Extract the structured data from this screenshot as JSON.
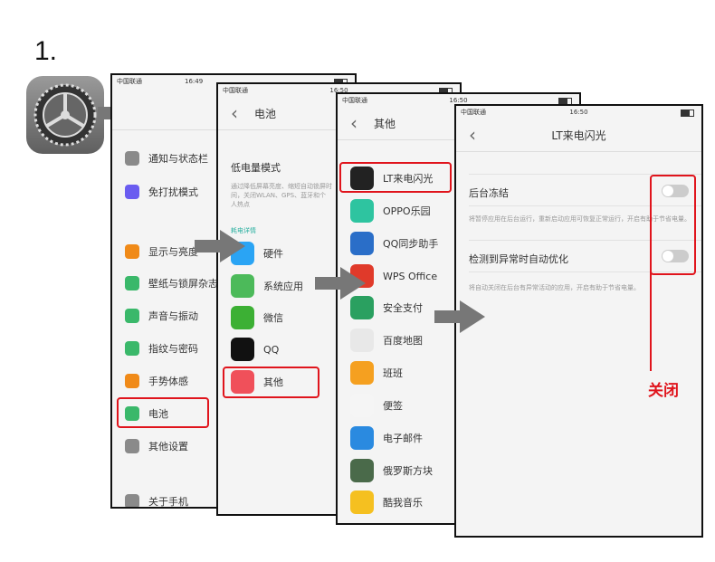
{
  "step_label": "1.",
  "status": {
    "carrier": "中国联通",
    "time1": "16:49",
    "time": "16:50"
  },
  "screen1": {
    "items": [
      {
        "label": "通知与状态栏",
        "color": "#8a8a8a"
      },
      {
        "label": "免打扰模式",
        "color": "#6a5cf0"
      },
      {
        "label": "显示与亮度",
        "color": "#f08a18"
      },
      {
        "label": "壁纸与锁屏杂志",
        "color": "#3ab86a"
      },
      {
        "label": "声音与振动",
        "color": "#3ab86a"
      },
      {
        "label": "指纹与密码",
        "color": "#3ab86a"
      },
      {
        "label": "手势体感",
        "color": "#f08a18"
      },
      {
        "label": "电池",
        "color": "#3ab86a"
      },
      {
        "label": "其他设置",
        "color": "#8a8a8a"
      },
      {
        "label": "关于手机",
        "color": "#8a8a8a"
      }
    ]
  },
  "screen2": {
    "title": "电池",
    "low_power": "低电量模式",
    "low_power_desc": "通过降低屏幕亮度、缩短自动锁屏时间，关闭WLAN、GPS、蓝牙和个人热点",
    "section": "耗电详情",
    "items": [
      {
        "label": "硬件",
        "color": "#2aa4f4"
      },
      {
        "label": "系统应用",
        "color": "#4cba5a"
      },
      {
        "label": "微信",
        "color": "#3cb034"
      },
      {
        "label": "QQ",
        "color": "#111"
      },
      {
        "label": "其他",
        "color": "#f0505a"
      }
    ]
  },
  "screen3": {
    "title": "其他",
    "items": [
      {
        "label": "LT来电闪光",
        "color": "#222"
      },
      {
        "label": "OPPO乐园",
        "color": "#2ec4a0"
      },
      {
        "label": "QQ同步助手",
        "color": "#2a6ec8"
      },
      {
        "label": "WPS Office",
        "color": "#e03a2a"
      },
      {
        "label": "安全支付",
        "color": "#2aa060"
      },
      {
        "label": "百度地图",
        "color": "#e8e8e8"
      },
      {
        "label": "班班",
        "color": "#f5a020"
      },
      {
        "label": "便签",
        "color": "#f5f5f5"
      },
      {
        "label": "电子邮件",
        "color": "#2a8ae0"
      },
      {
        "label": "俄罗斯方块",
        "color": "#4a6a4a"
      },
      {
        "label": "酷我音乐",
        "color": "#f5c020"
      }
    ]
  },
  "screen4": {
    "title": "LT来电闪光",
    "freeze": "后台冻结",
    "freeze_desc": "将暂停应用在后台运行，重新启动应用可恢复正常运行，开启有助于节省电量。",
    "optimize": "检测到异常时自动优化",
    "optimize_desc": "将自动关闭在后台有异常活动的应用，开启有助于节省电量。",
    "freeze_on": false,
    "optimize_on": false
  },
  "annotation": "关闭"
}
